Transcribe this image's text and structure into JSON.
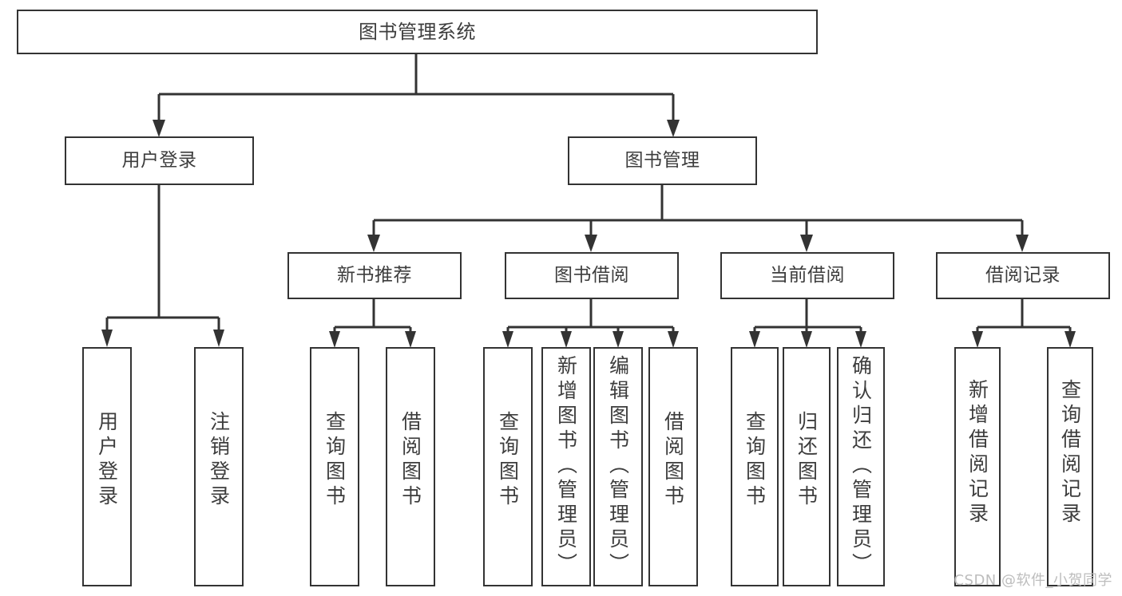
{
  "diagram": {
    "title": "图书管理系统",
    "type": "tree-hierarchy-diagram",
    "root": {
      "id": "root",
      "label": "图书管理系统"
    },
    "level2": [
      {
        "id": "user-login",
        "label": "用户登录"
      },
      {
        "id": "book-manage",
        "label": "图书管理"
      }
    ],
    "level3": [
      {
        "id": "new-book-rec",
        "label": "新书推荐"
      },
      {
        "id": "book-borrow",
        "label": "图书借阅"
      },
      {
        "id": "current-borrow",
        "label": "当前借阅"
      },
      {
        "id": "borrow-record",
        "label": "借阅记录"
      }
    ],
    "leaves": {
      "user_login": [
        {
          "id": "leaf-user-login",
          "label": "用户登录"
        },
        {
          "id": "leaf-logout",
          "label": "注销登录"
        }
      ],
      "new_book_rec": [
        {
          "id": "leaf-query-book-1",
          "label": "查询图书"
        },
        {
          "id": "leaf-borrow-book-1",
          "label": "借阅图书"
        }
      ],
      "book_borrow": [
        {
          "id": "leaf-query-book-2",
          "label": "查询图书"
        },
        {
          "id": "leaf-add-book",
          "label": "新增图书（管理员）"
        },
        {
          "id": "leaf-edit-book",
          "label": "编辑图书（管理员）"
        },
        {
          "id": "leaf-borrow-book-2",
          "label": "借阅图书"
        }
      ],
      "current_borrow": [
        {
          "id": "leaf-query-book-3",
          "label": "查询图书"
        },
        {
          "id": "leaf-return-book",
          "label": "归还图书"
        },
        {
          "id": "leaf-confirm-return",
          "label": "确认归还（管理员）"
        }
      ],
      "borrow_record": [
        {
          "id": "leaf-add-record",
          "label": "新增借阅记录"
        },
        {
          "id": "leaf-query-record",
          "label": "查询借阅记录"
        }
      ]
    }
  },
  "watermark": {
    "text": "CSDN @软件_小贺同学"
  },
  "colors": {
    "box_border": "#333333",
    "box_fill": "#ffffff",
    "text": "#3d3d3d",
    "edge": "#333333",
    "watermark": "#bdbdbd",
    "background": "#ffffff"
  }
}
